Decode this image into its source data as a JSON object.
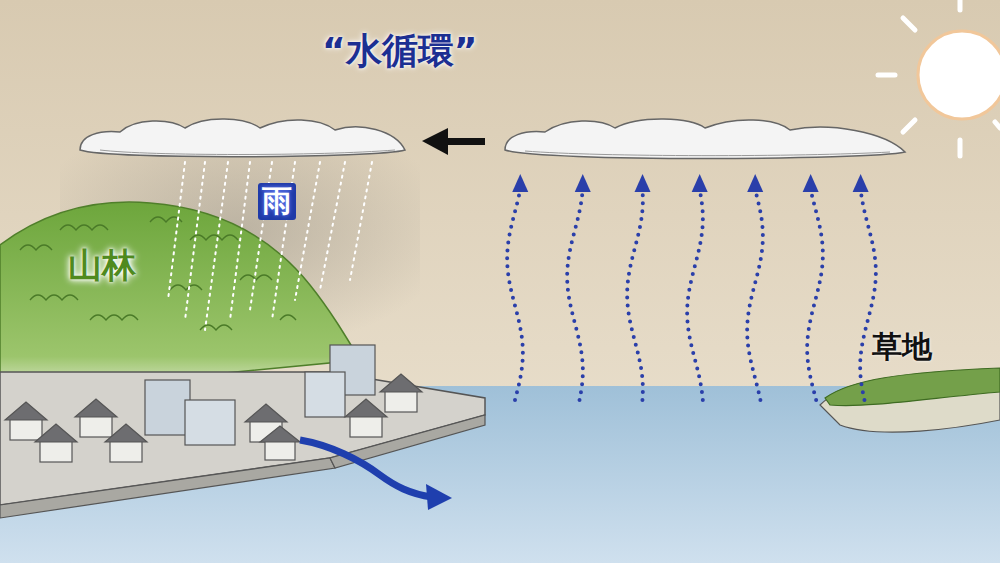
{
  "diagram": {
    "title": "“水循環”",
    "labels": [
      "山林",
      "雨",
      "草地"
    ]
  }
}
